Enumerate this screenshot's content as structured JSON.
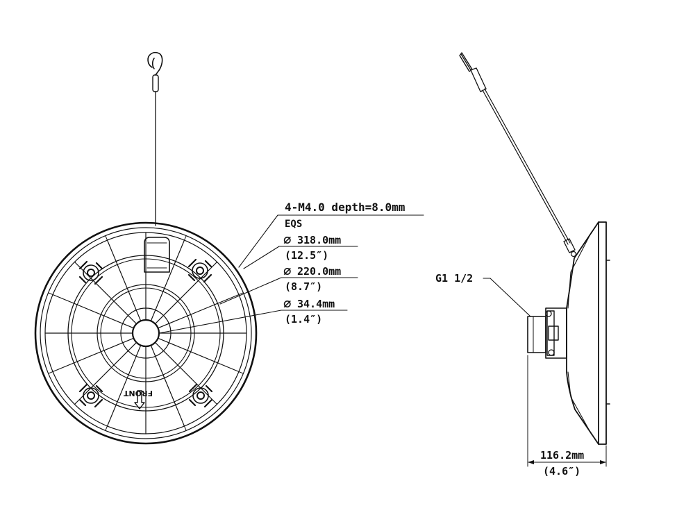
{
  "front_view": {
    "hole_spec": "4-M4.0 depth=8.0mm",
    "hole_spacing": "EQS",
    "diameter_symbol": "∅",
    "outer_diameter_mm": "318.0mm",
    "outer_diameter_in": "(12.5″)",
    "mid_diameter_mm": "220.0mm",
    "mid_diameter_in": "(8.7″)",
    "inner_diameter_mm": "34.4mm",
    "inner_diameter_in": "(1.4″)",
    "front_marking": "FRONT"
  },
  "side_view": {
    "thread_label": "G1 1/2",
    "depth_mm": "116.2mm",
    "depth_in": "(4.6″)"
  }
}
